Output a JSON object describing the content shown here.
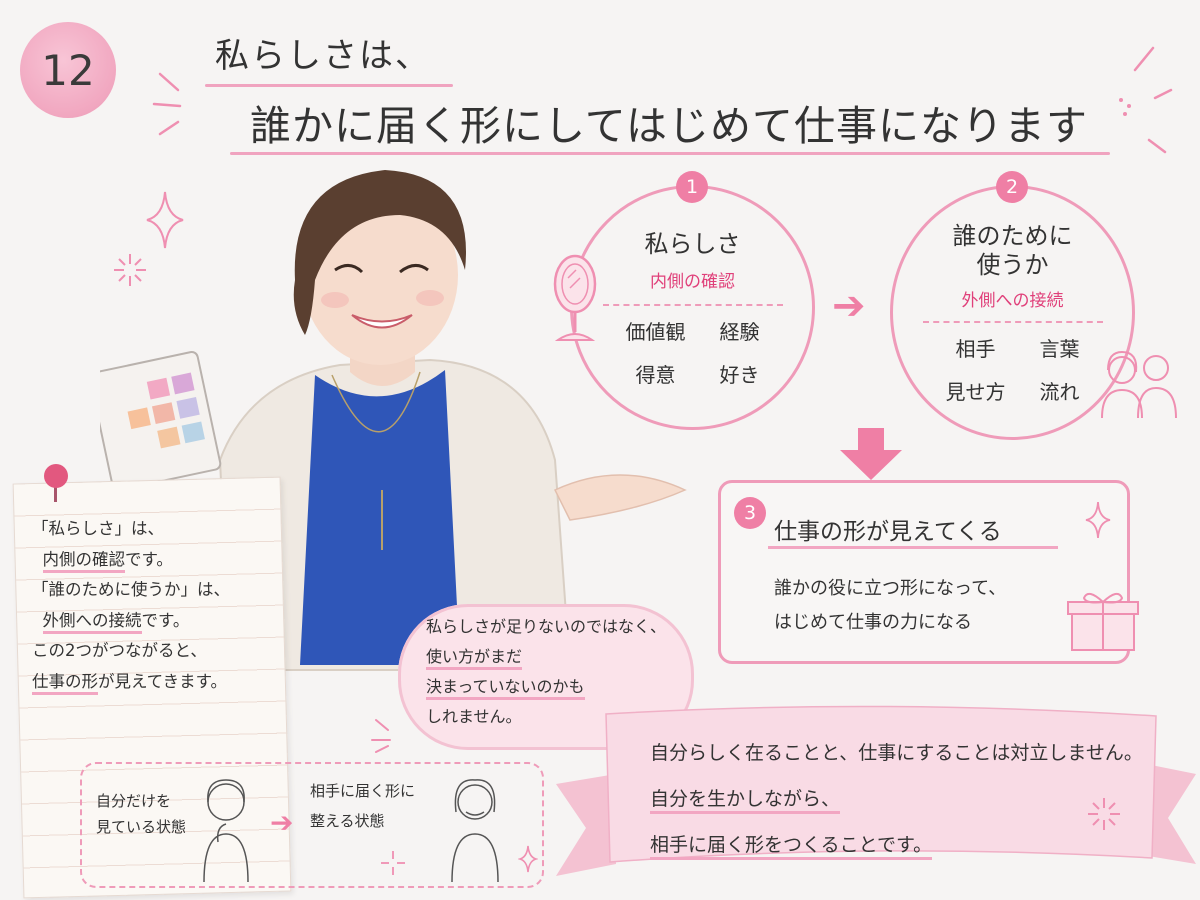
{
  "badge": "12",
  "title": {
    "line1": "私らしさは、",
    "line2": "誰かに届く形にしてはじめて仕事になります"
  },
  "circle1": {
    "number": "1",
    "heading": "私らしさ",
    "subheading": "内側の確認",
    "items": [
      "価値観",
      "経験",
      "得意",
      "好き"
    ]
  },
  "circle2": {
    "number": "2",
    "heading_line1": "誰のために",
    "heading_line2": "使うか",
    "subheading": "外側への接続",
    "items": [
      "相手",
      "言葉",
      "見せ方",
      "流れ"
    ]
  },
  "result": {
    "number": "3",
    "title": "仕事の形が見えてくる",
    "line1": "誰かの役に立つ形になって、",
    "line2": "はじめて仕事の力になる"
  },
  "memo": {
    "l1": "「私らしさ」は、",
    "l2a": "内側の確認",
    "l2b": "です。",
    "l3": "「誰のために使うか」は、",
    "l4a": "外側への接続",
    "l4b": "です。",
    "l5": "この2つがつながると、",
    "l6a": "仕事の形",
    "l6b": "が見えてきます。"
  },
  "cloud": {
    "l1": "私らしさが足りないのではなく、",
    "l2": "使い方がまだ",
    "l3": "決まっていないのかも",
    "l4": "しれません。"
  },
  "states": {
    "left_l1": "自分だけを",
    "left_l2": "見ている状態",
    "right_l1": "相手に届く形に",
    "right_l2": "整える状態"
  },
  "ribbon": {
    "l1": "自分らしく在ることと、仕事にすることは対立しません。",
    "l2": "自分を生かしながら、",
    "l3": "相手に届く形をつくることです。"
  },
  "colors": {
    "accent": "#e0407a",
    "line": "#ef9bb9",
    "cardigan": "#efe9e2",
    "top": "#2f56b8",
    "hair": "#5a3f30"
  }
}
